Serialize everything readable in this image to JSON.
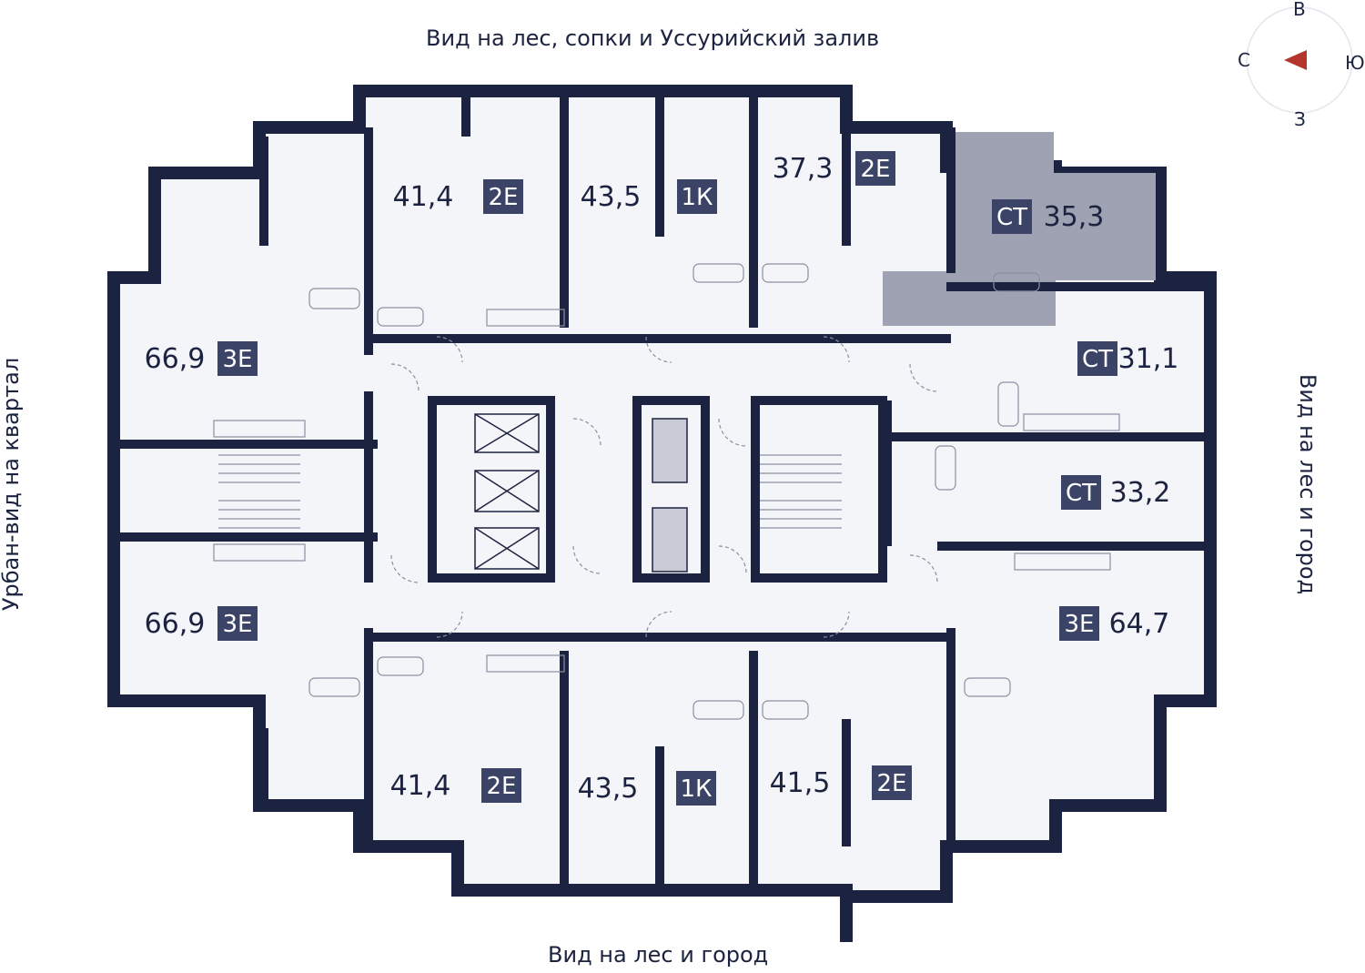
{
  "views": {
    "top": "Вид на лес, сопки и Уссурийский залив",
    "bottom": "Вид на лес и город",
    "left": "Урбан-вид на квартал",
    "right": "Вид на лес и город"
  },
  "compass": {
    "north": "В",
    "west": "С",
    "east": "Ю",
    "south": "З"
  },
  "colors": {
    "wall": "#1c2340",
    "badge": "#3b4466",
    "floor": "#f4f5f9",
    "highlight": "#9fa2b2",
    "compass_arrow": "#b4352b",
    "fixture": "#8a8fa3"
  },
  "apartments": [
    {
      "id": "tl-1",
      "area": "41,4",
      "type": "2Е"
    },
    {
      "id": "tl-2",
      "area": "43,5",
      "type": "1К"
    },
    {
      "id": "tl-3",
      "area": "37,3",
      "type": "2Е"
    },
    {
      "id": "tr-1",
      "area": "35,3",
      "type": "СТ",
      "selected": true
    },
    {
      "id": "r-1",
      "area": "31,1",
      "type": "СТ"
    },
    {
      "id": "r-2",
      "area": "33,2",
      "type": "СТ"
    },
    {
      "id": "r-3",
      "area": "64,7",
      "type": "3Е"
    },
    {
      "id": "l-1",
      "area": "66,9",
      "type": "3Е"
    },
    {
      "id": "l-2",
      "area": "66,9",
      "type": "3Е"
    },
    {
      "id": "bl-1",
      "area": "41,4",
      "type": "2Е"
    },
    {
      "id": "bl-2",
      "area": "43,5",
      "type": "1К"
    },
    {
      "id": "bl-3",
      "area": "41,5",
      "type": "2Е"
    }
  ]
}
